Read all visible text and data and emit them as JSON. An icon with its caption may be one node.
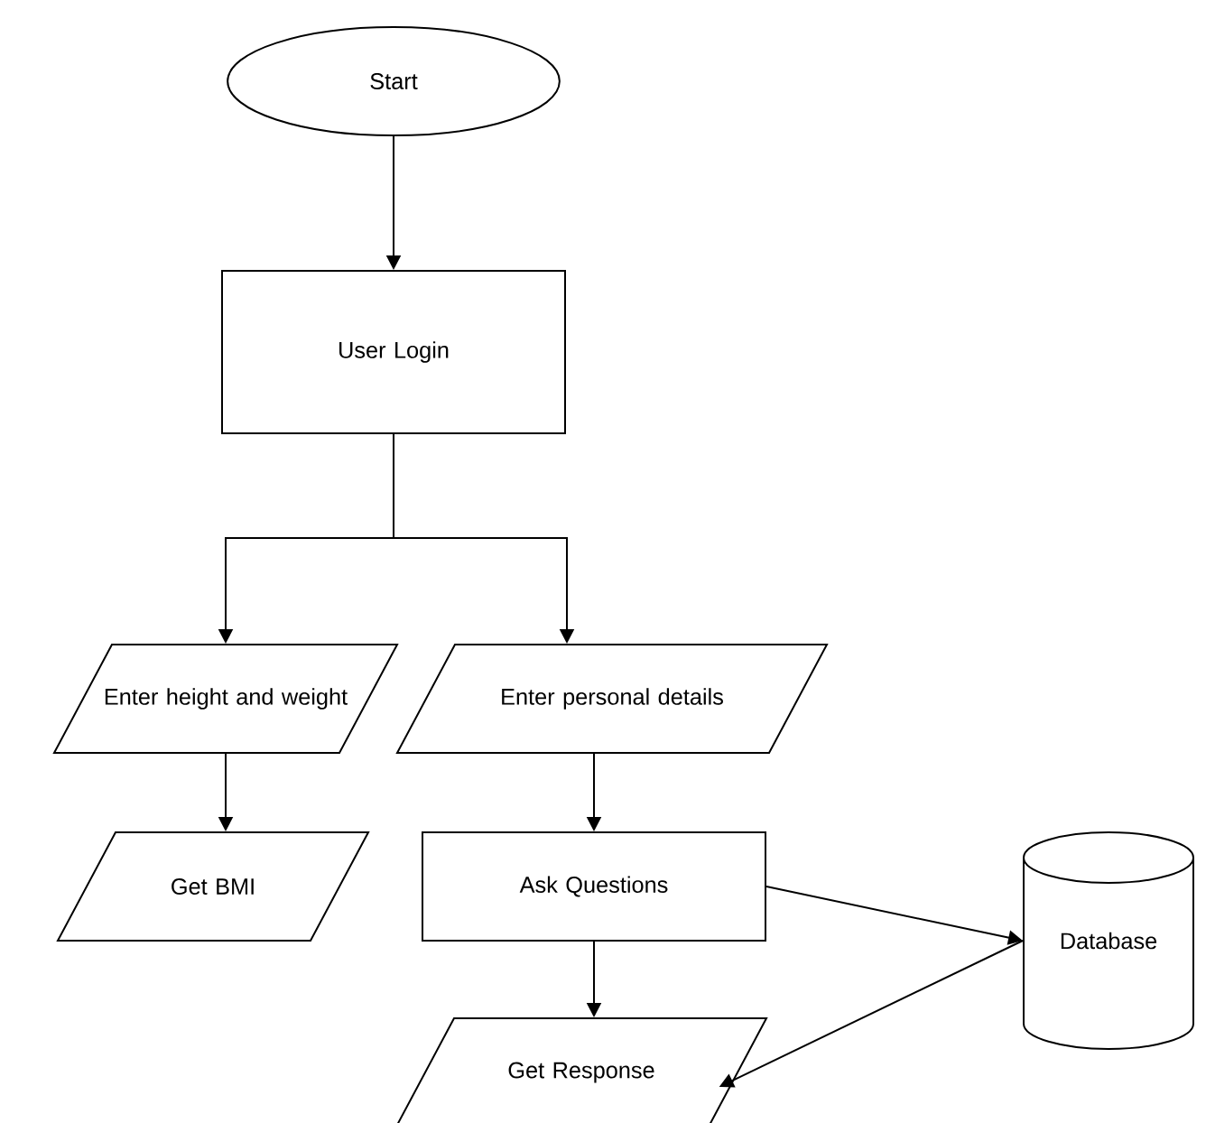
{
  "diagram": {
    "nodes": [
      {
        "text": [
          "Start"
        ]
      },
      {
        "text": [
          "User Login"
        ]
      },
      {
        "text": [
          "Enter height and weight"
        ]
      },
      {
        "text": [
          "Enter personal details"
        ]
      },
      {
        "text": [
          "Get BMI"
        ]
      },
      {
        "text": [
          "Ask Questions"
        ]
      },
      {
        "text": [
          "Get Response"
        ]
      },
      {
        "text": [
          "Database"
        ]
      }
    ],
    "edges": [
      {
        "from": 0,
        "to": 1,
        "arrow": "to"
      },
      {
        "from": 1,
        "to": 2,
        "arrow": "to"
      },
      {
        "from": 1,
        "to": 3,
        "arrow": "to"
      },
      {
        "from": 2,
        "to": 4,
        "arrow": "to"
      },
      {
        "from": 3,
        "to": 5,
        "arrow": "to"
      },
      {
        "from": 5,
        "to": 6,
        "arrow": "to"
      },
      {
        "from": 5,
        "to": 7,
        "arrow": "to"
      },
      {
        "from": 7,
        "to": 6,
        "arrow": "to"
      }
    ]
  }
}
